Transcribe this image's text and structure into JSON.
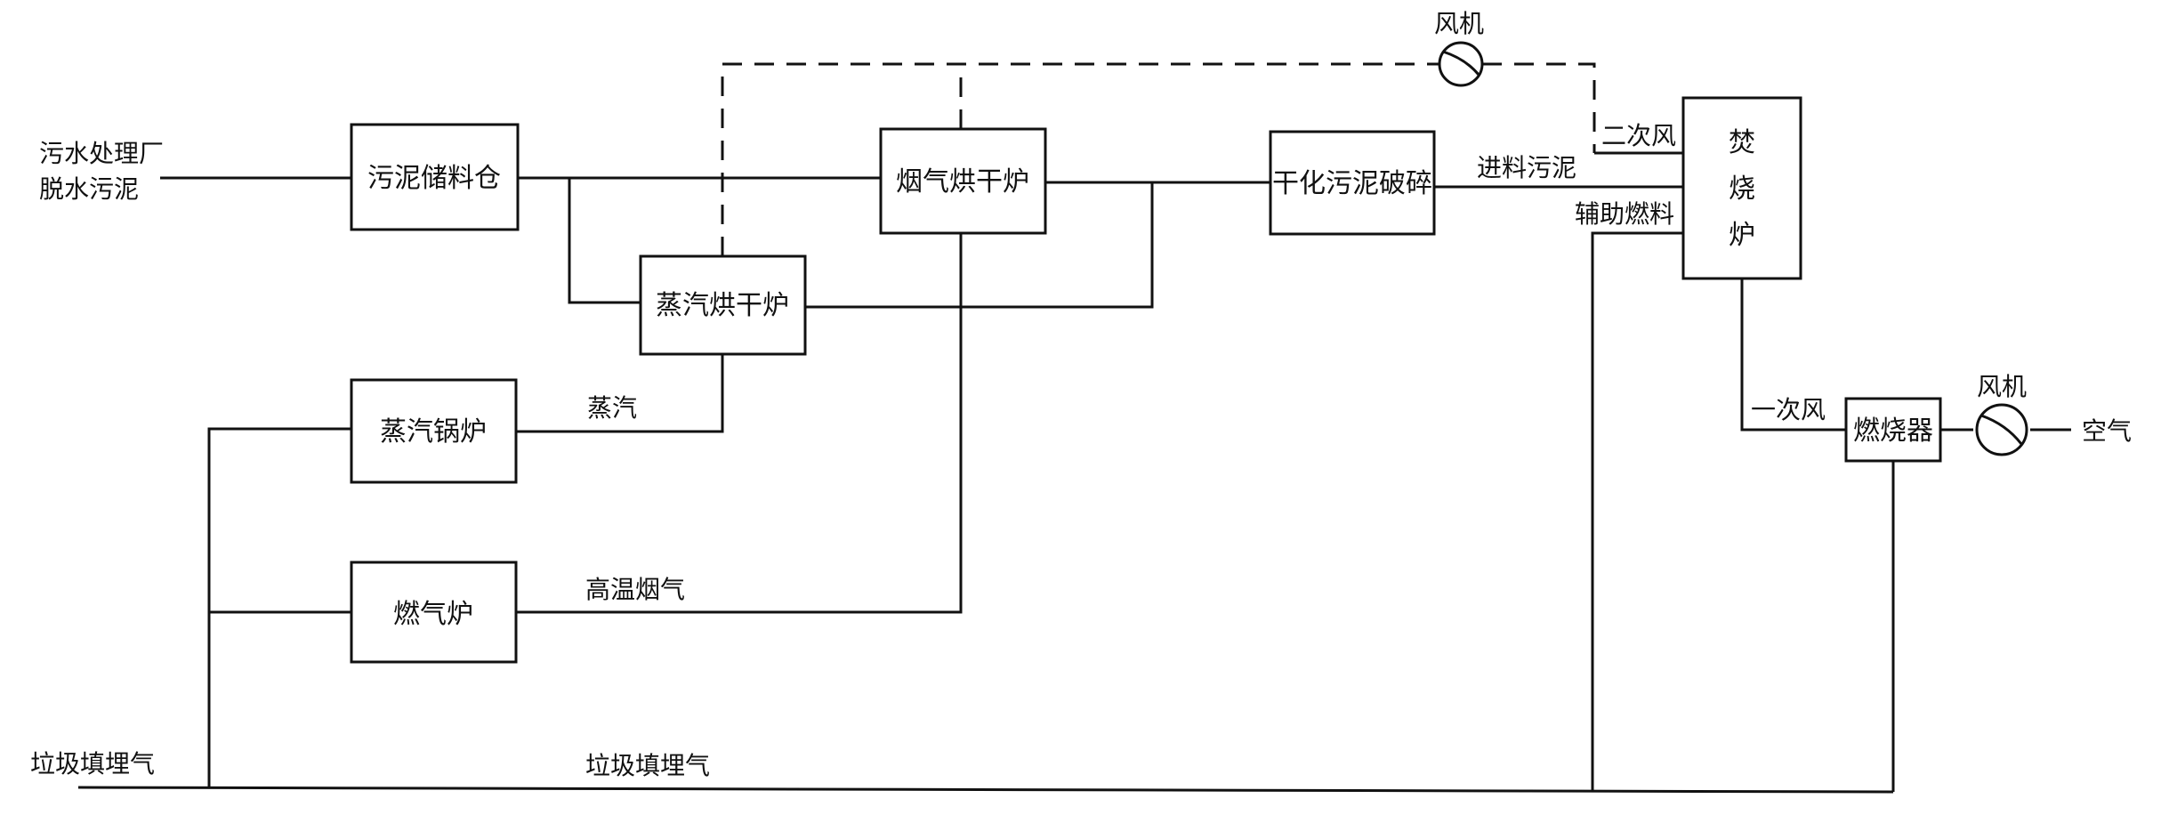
{
  "labels": {
    "source_line1": "污水处理厂",
    "source_line2": "脱水污泥",
    "landfill_gas_left": "垃圾填埋气",
    "landfill_gas_mid": "垃圾填埋气",
    "steam": "蒸汽",
    "hot_flue_gas": "高温烟气",
    "fan_top": "风机",
    "fan_right": "风机",
    "secondary_air": "二次风",
    "feed_sludge": "进料污泥",
    "aux_fuel": "辅助燃料",
    "primary_air": "一次风",
    "air": "空气"
  },
  "boxes": {
    "sludge_silo": "污泥储料仓",
    "flue_dryer": "烟气烘干炉",
    "steam_dryer": "蒸汽烘干炉",
    "steam_boiler": "蒸汽锅炉",
    "gas_furnace": "燃气炉",
    "crusher": "干化污泥破碎",
    "incinerator_c1": "焚",
    "incinerator_c2": "烧",
    "incinerator_c3": "炉",
    "burner": "燃烧器"
  }
}
